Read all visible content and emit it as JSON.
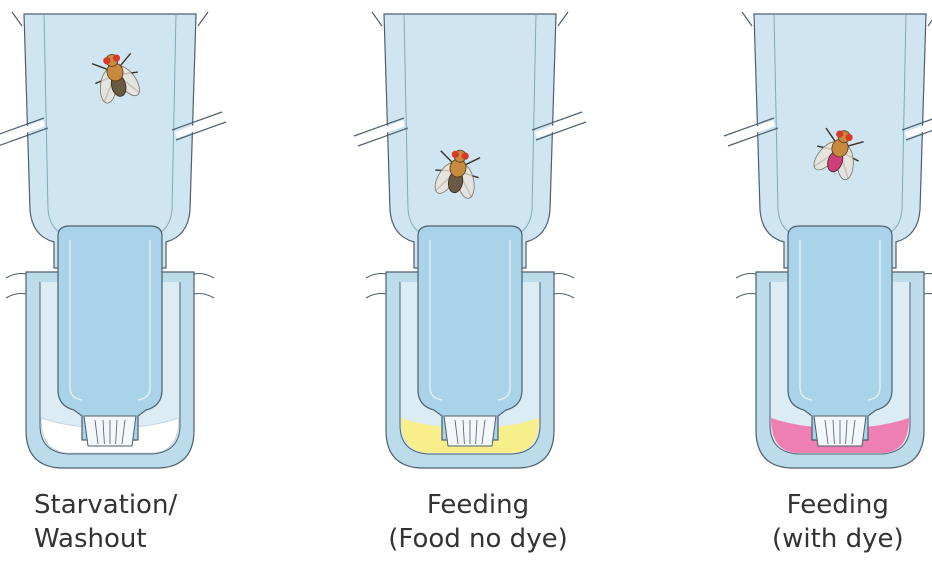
{
  "panels": [
    {
      "id": "starvation",
      "caption_lines": [
        "Starvation/",
        "Washout"
      ],
      "food_color": "#ffffff",
      "fly_dyed": false
    },
    {
      "id": "feeding-no-dye",
      "caption_lines": [
        "Feeding",
        "(Food no dye)"
      ],
      "food_color": "#f8ef8c",
      "fly_dyed": false
    },
    {
      "id": "feeding-with-dye",
      "caption_lines": [
        "Feeding",
        "(with dye)"
      ],
      "food_color": "#ee7fb2",
      "fly_dyed": true
    }
  ],
  "colors": {
    "tube_fill": "#cfe6f2",
    "tube_inner": "#a9d3e8",
    "tube_stroke": "#4f5f6c",
    "outer_cup": "#bcdcec",
    "fly_head": "#c78a3e",
    "fly_eye": "#d83a2a",
    "fly_body": "#6b5a43",
    "dye_abdomen": "#cf3e7a"
  }
}
